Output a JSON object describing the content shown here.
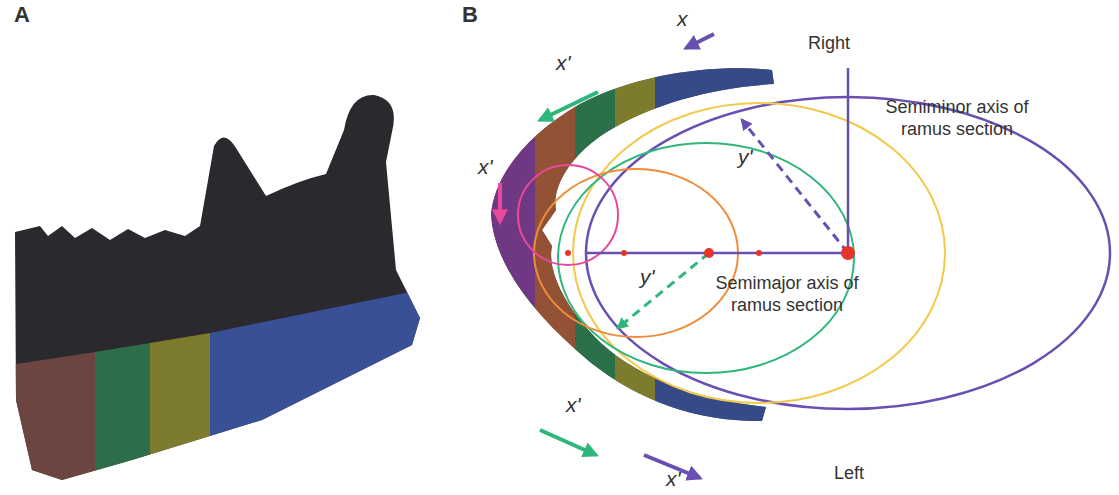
{
  "diagram": {
    "labels": [
      "A",
      "B",
      "x",
      "Right",
      "x'",
      "Semiminor axis of ramus section",
      "y'",
      "x'",
      "y'",
      "Semimajor axis of ramus section",
      "x'",
      "x'",
      "Left"
    ]
  }
}
